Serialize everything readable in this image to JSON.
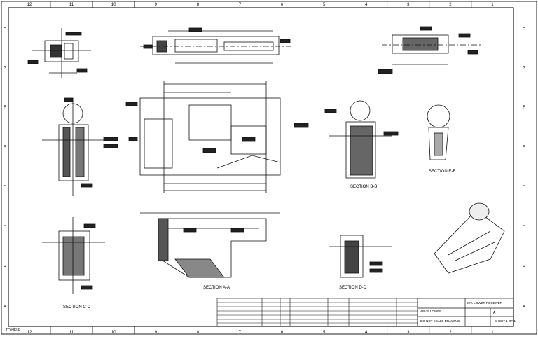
{
  "sheet": {
    "zone_columns": [
      "12",
      "11",
      "10",
      "9",
      "8",
      "7",
      "6",
      "5",
      "4",
      "3",
      "2",
      "1"
    ],
    "zone_rows": [
      "H",
      "G",
      "F",
      "E",
      "D",
      "C",
      "B",
      "A"
    ]
  },
  "views": {
    "section_bb": "SECTION  B-B",
    "section_ee": "SECTION  E-E",
    "section_cc": "SECTION  C-C",
    "section_aa": "SECTION  A-A",
    "section_dd": "SECTION  D-D"
  },
  "title_block": {
    "line1": "80% LOWER RECEIVER",
    "line2": "AR-15 LOWER",
    "line3": "DO NOT SCALE DRAWING",
    "revision": "A",
    "sheet": "SHEET 1 OF 1"
  },
  "corner_label": "TO HELP"
}
